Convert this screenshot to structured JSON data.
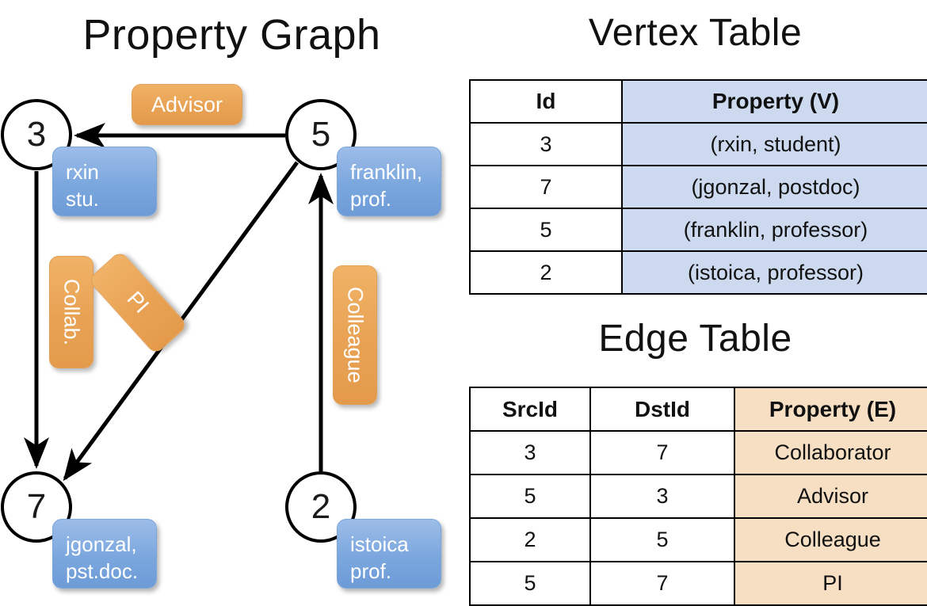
{
  "titles": {
    "property_graph": "Property Graph",
    "vertex_table": "Vertex Table",
    "edge_table": "Edge Table"
  },
  "graph": {
    "nodes": [
      {
        "id": "3",
        "property": "rxin\nstu."
      },
      {
        "id": "5",
        "property": "franklin,\nprof."
      },
      {
        "id": "7",
        "property": "jgonzal,\npst.doc."
      },
      {
        "id": "2",
        "property": "istoica\nprof."
      }
    ],
    "node_labels": {
      "n3": "3",
      "n5": "5",
      "n7": "7",
      "n2": "2"
    },
    "property_boxes": {
      "rxin_line1": "rxin",
      "rxin_line2": "stu.",
      "franklin_line1": "franklin,",
      "franklin_line2": "prof.",
      "jgonzal_line1": "jgonzal,",
      "jgonzal_line2": "pst.doc.",
      "istoica_line1": "istoica",
      "istoica_line2": "prof."
    },
    "edge_labels": {
      "advisor": "Advisor",
      "collab": "Collab.",
      "pi": "PI",
      "colleague": "Colleague"
    },
    "edges": [
      {
        "src": "5",
        "dst": "3",
        "label": "Advisor"
      },
      {
        "src": "3",
        "dst": "7",
        "label": "Collab."
      },
      {
        "src": "5",
        "dst": "7",
        "label": "PI"
      },
      {
        "src": "2",
        "dst": "5",
        "label": "Colleague"
      }
    ]
  },
  "vertex_table": {
    "headers": [
      "Id",
      "Property (V)"
    ],
    "rows": [
      {
        "id": "3",
        "property": "(rxin, student)"
      },
      {
        "id": "7",
        "property": "(jgonzal, postdoc)"
      },
      {
        "id": "5",
        "property": "(franklin, professor)"
      },
      {
        "id": "2",
        "property": "(istoica, professor)"
      }
    ]
  },
  "edge_table": {
    "headers": [
      "SrcId",
      "DstId",
      "Property (E)"
    ],
    "rows": [
      {
        "src": "3",
        "dst": "7",
        "property": "Collaborator"
      },
      {
        "src": "5",
        "dst": "3",
        "property": "Advisor"
      },
      {
        "src": "2",
        "dst": "5",
        "property": "Colleague"
      },
      {
        "src": "5",
        "dst": "7",
        "property": "PI"
      }
    ]
  },
  "colors": {
    "vertex_property_fill": "#ccd9ef",
    "edge_property_fill": "#f7dfc4",
    "node_box_blue": "#7ba7de",
    "edge_label_orange": "#e9a254",
    "stroke": "#000000",
    "background": "#ffffff"
  }
}
